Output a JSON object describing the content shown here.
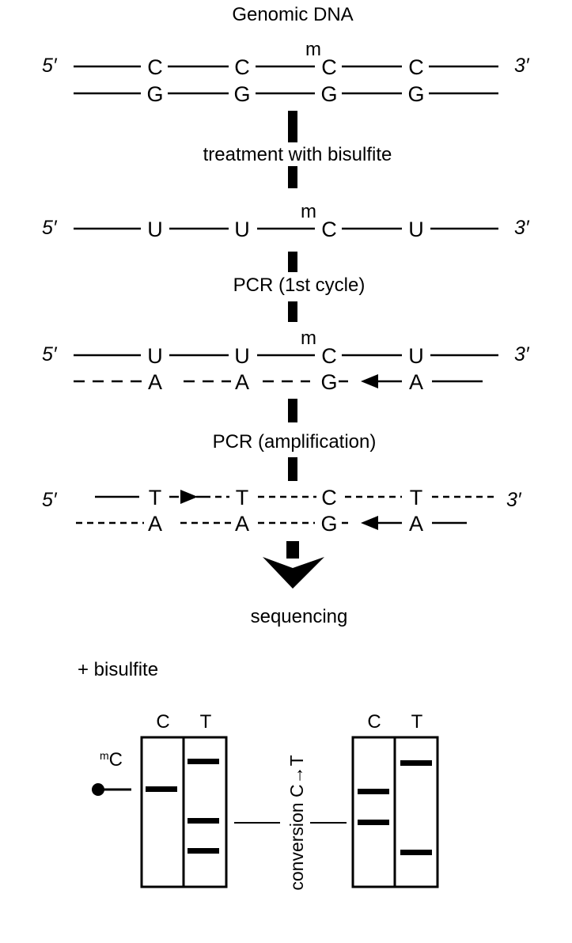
{
  "diagram": {
    "title": "Genomic DNA",
    "step_bisulfite": "treatment with bisulfite",
    "step_pcr1": "PCR (1st cycle)",
    "step_amplification": "PCR (amplification)",
    "step_sequencing": "sequencing",
    "end5": "5′",
    "end3": "3′",
    "methyl_mark": "m",
    "strand1_top": [
      "C",
      "C",
      "C",
      "C"
    ],
    "strand1_bottom": [
      "G",
      "G",
      "G",
      "G"
    ],
    "strand2_top": [
      "U",
      "U",
      "C",
      "U"
    ],
    "strand3_top": [
      "U",
      "U",
      "C",
      "U"
    ],
    "strand3_bottom": [
      "A",
      "A",
      "G",
      "A"
    ],
    "strand4_top": [
      "T",
      "T",
      "C",
      "T"
    ],
    "strand4_bottom": [
      "A",
      "A",
      "G",
      "A"
    ]
  },
  "gel": {
    "condition": "+ bisulfite",
    "lane_c": "C",
    "lane_t": "T",
    "mc_label_sup": "m",
    "mc_label_base": "C",
    "conversion_label": "conversion C→T"
  }
}
